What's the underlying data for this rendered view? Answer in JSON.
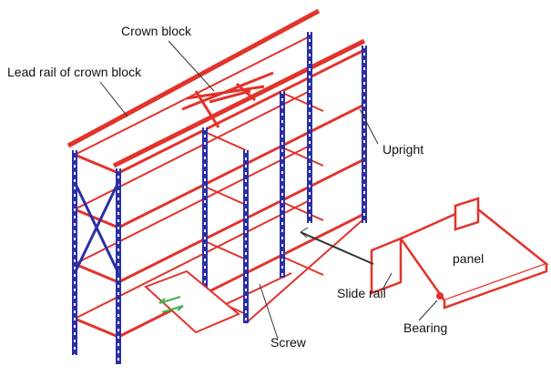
{
  "labels": {
    "crown_block": "Crown block",
    "lead_rail": "Lead rail of crown block",
    "upright": "Upright",
    "panel": "panel",
    "slide_rail": "Slide rail",
    "bearing": "Bearing",
    "screw": "Screw"
  },
  "colors": {
    "upright": "#2a2fa6",
    "beam": "#e2332b",
    "arrow": "#3cb34a",
    "leader": "#333333"
  }
}
